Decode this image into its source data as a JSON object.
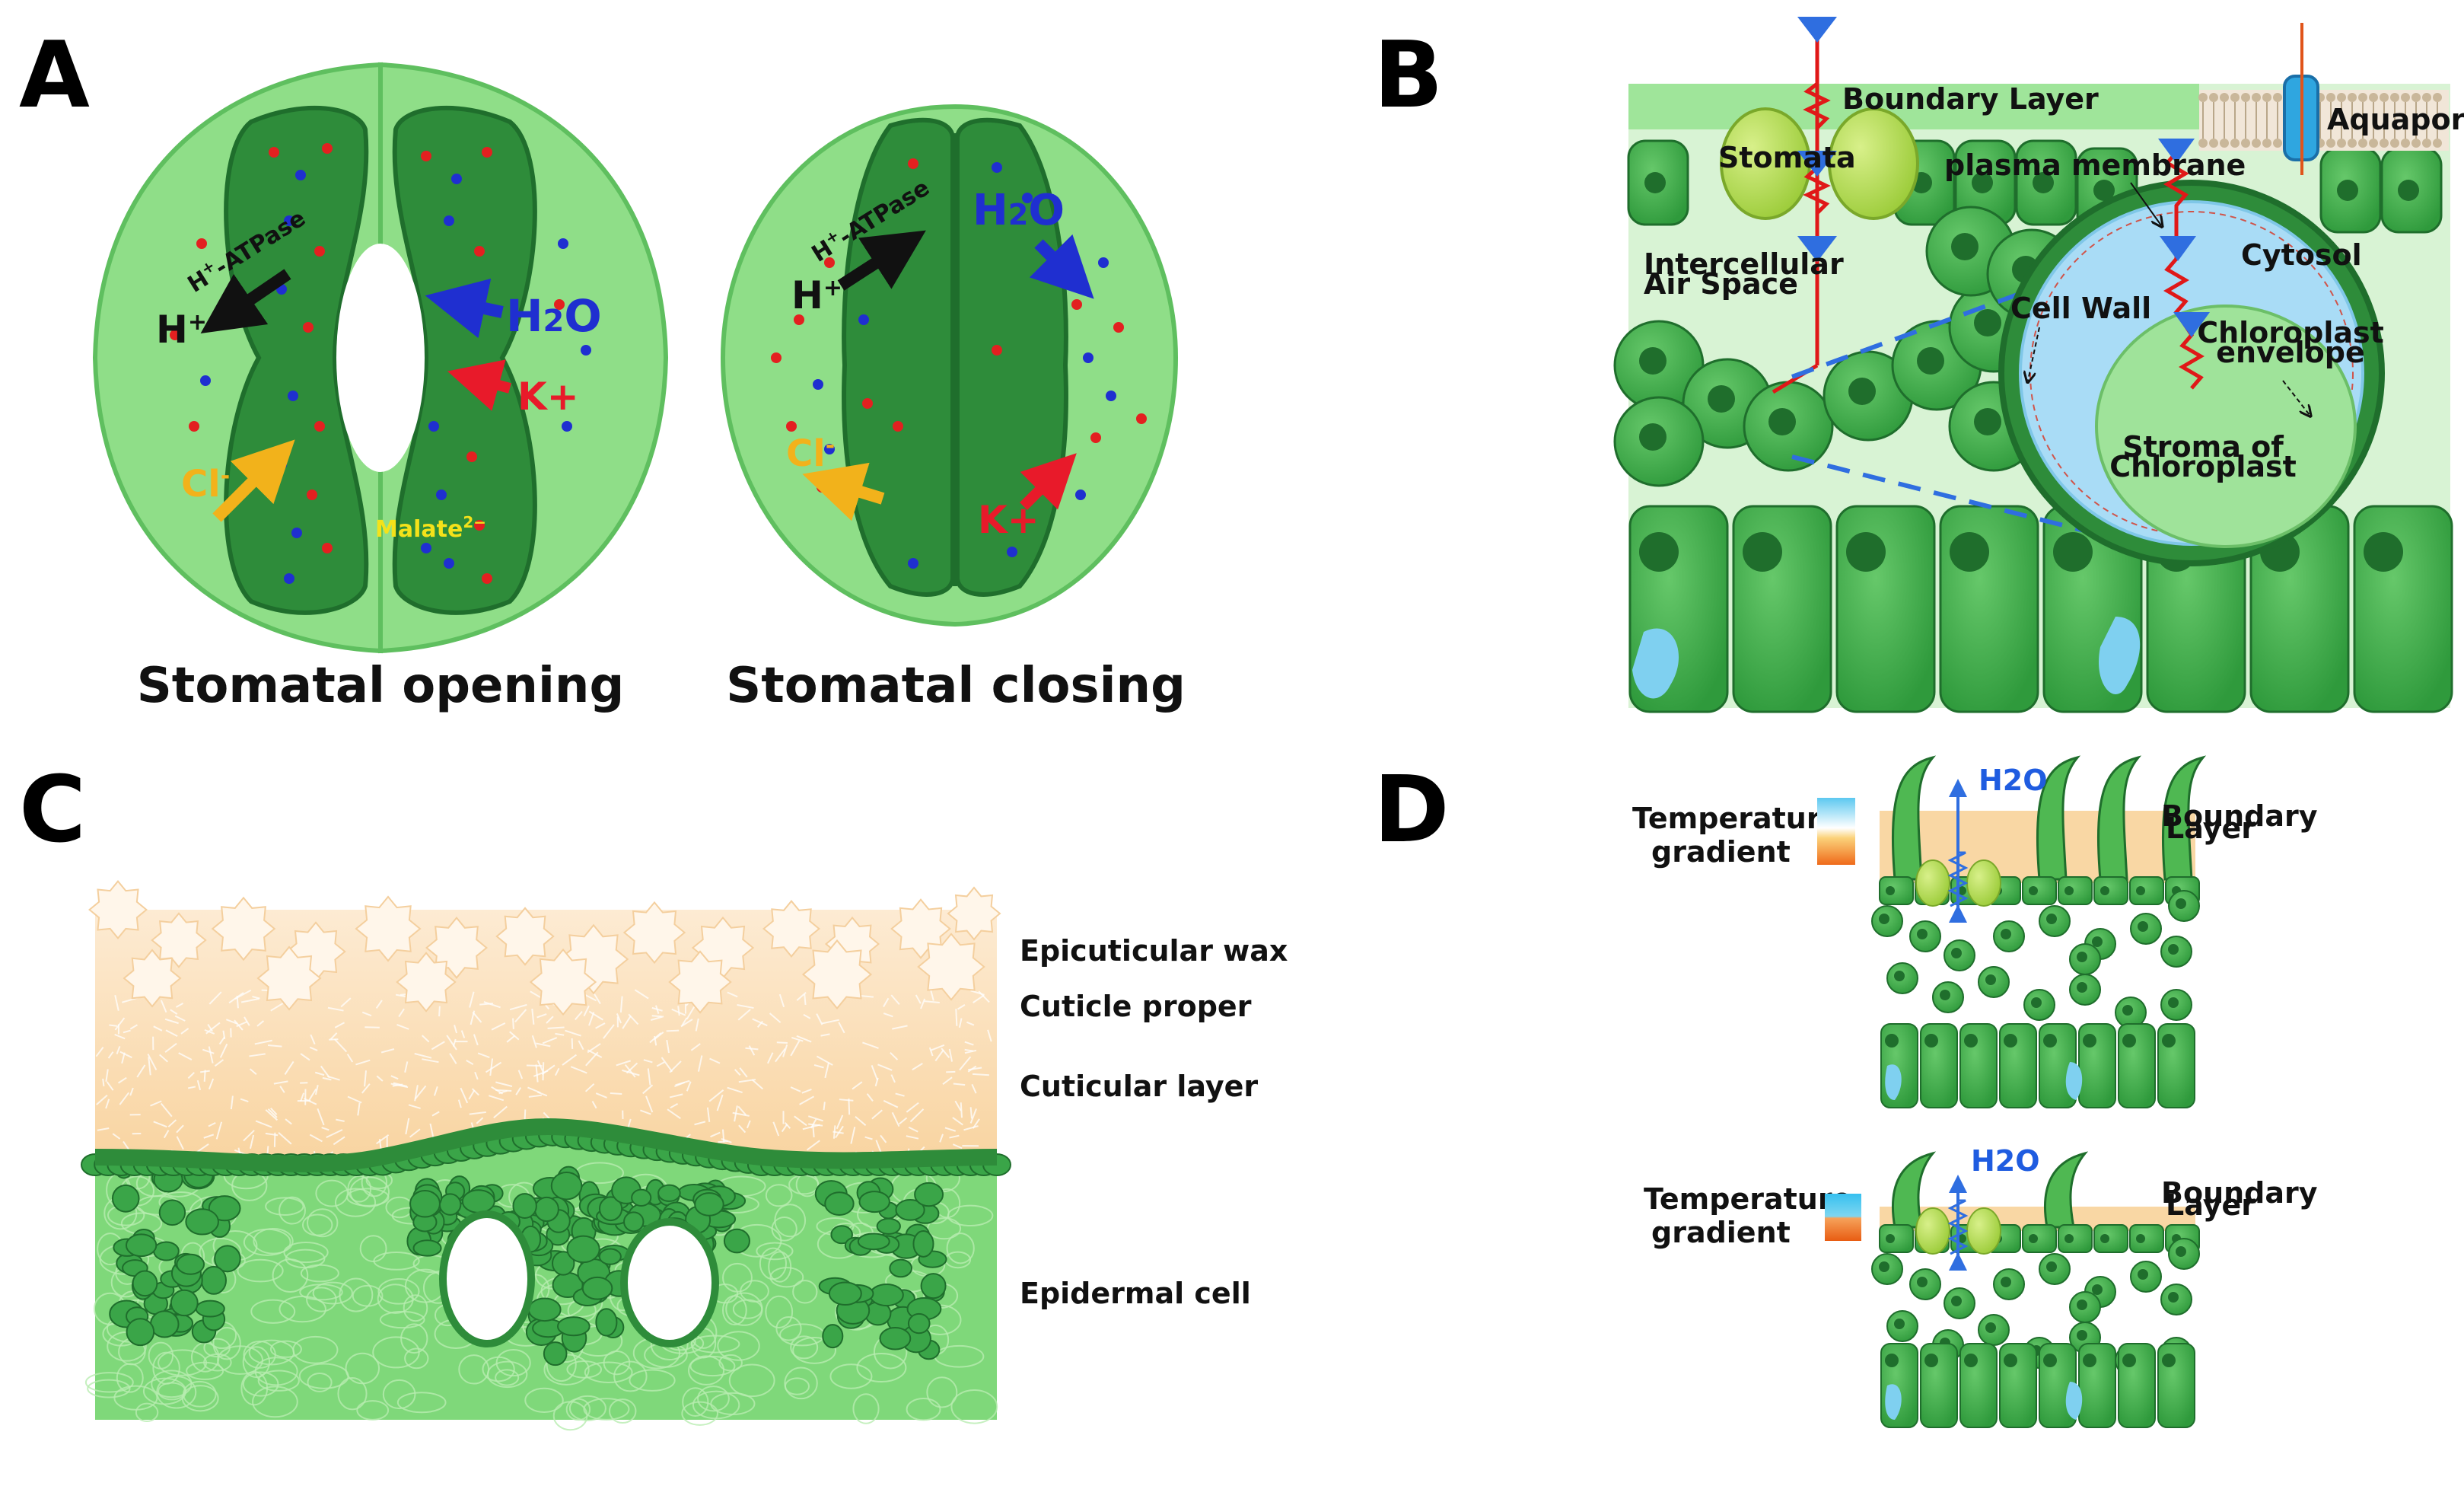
{
  "panels": {
    "a": {
      "label": "A",
      "opening": {
        "caption": "Stomatal opening",
        "h_plus": "H",
        "h_plus_sup": "+",
        "atpase": "H",
        "atpase_sup": "+",
        "atpase_suffix": "-ATPase",
        "h2o": "H",
        "h2o_sub": "2",
        "h2o_o": "O",
        "k": "K+",
        "cl": "Cl",
        "cl_sup": "-",
        "malate": "Malate",
        "malate_sup": "2−"
      },
      "closing": {
        "caption": "Stomatal closing",
        "h_plus": "H",
        "h_plus_sup": "+",
        "atpase": "H",
        "atpase_sup": "+",
        "atpase_suffix": "-ATPase",
        "h2o": "H",
        "h2o_sub": "2",
        "h2o_o": "O",
        "k": "K+",
        "cl": "Cl",
        "cl_sup": "-"
      }
    },
    "b": {
      "label": "B",
      "boundary_layer": "Boundary Layer",
      "stomata": "Stomata",
      "aquaporin": "Aquaporin",
      "plasma_membrane": "plasma membrane",
      "cytosol": "Cytosol",
      "intercellular_line1": "Intercellular",
      "intercellular_line2": "Air Space",
      "cell_wall": "Cell Wall",
      "chloroplast_line1": "Chloroplast",
      "chloroplast_line2": "envelope",
      "stroma_line1": "Stroma of",
      "stroma_line2": "Chloroplast"
    },
    "c": {
      "label": "C",
      "layers": [
        "Epicuticular wax",
        "Cuticle proper",
        "Cuticular layer",
        "Epidermal cell"
      ]
    },
    "d": {
      "label": "D",
      "top": {
        "temp_line1": "Temperature",
        "temp_line2": "gradient",
        "h2o": "H2O",
        "boundary_line1": "Boundary",
        "boundary_line2": "Layer"
      },
      "bottom": {
        "temp_line1": "Temperature",
        "temp_line2": "gradient",
        "h2o": "H2O",
        "boundary_line1": "Boundary",
        "boundary_line2": "Layer"
      }
    }
  },
  "colors": {
    "light_green": "#8fde88",
    "mid_green": "#4fb852",
    "dark_green": "#2e8c3a",
    "deep_green": "#1f6e2c",
    "cytosol_blue": "#a9dcf6",
    "cuticle_orange": "#f9d7a4",
    "wax_white": "#fff6ea",
    "ion_red": "#e32020",
    "ion_blue": "#1f2fd0",
    "arrow_yellow": "#f2b21b",
    "malate_yellow": "#f4e21a",
    "protein_blue": "#2f6ee0",
    "h2o_blue": "#1446c8",
    "k_red": "#e81a2a"
  }
}
